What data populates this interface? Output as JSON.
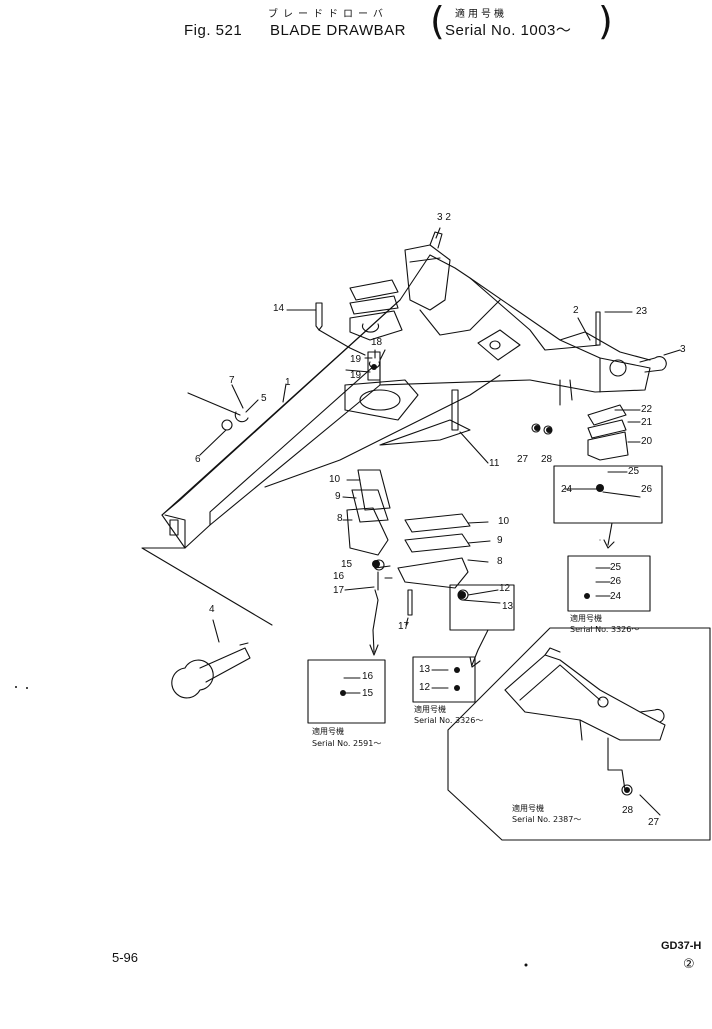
{
  "header": {
    "kana_title": "ブレードドローバ",
    "fig_label": "Fig. 521",
    "title": "BLADE DRAWBAR",
    "applicable_jp": "適用号機",
    "serial": "Serial No. 1003～"
  },
  "callouts": {
    "c1": "1",
    "c2": "2",
    "c3": "3",
    "c4": "4",
    "c5": "5",
    "c6": "6",
    "c7": "7",
    "c8a": "8",
    "c8b": "8",
    "c9a": "9",
    "c9b": "9",
    "c10a": "10",
    "c10b": "10",
    "c11": "11",
    "c12": "12",
    "c13": "13",
    "c14": "14",
    "c15": "15",
    "c16": "16",
    "c17a": "17",
    "c17b": "17",
    "c18": "18",
    "c19a": "19",
    "c19b": "19",
    "c20": "20",
    "c21": "21",
    "c22": "22",
    "c23": "23",
    "c24": "24",
    "c25": "25",
    "c26": "26",
    "c27": "27",
    "c28": "28",
    "c32": "3 2"
  },
  "insets": {
    "inset_24_26": {
      "c25": "25",
      "c26": "26",
      "c24": "24",
      "jp": "適用号機",
      "serial": "Serial No. 3326～"
    },
    "inset_15_16": {
      "c16": "16",
      "c15": "15",
      "jp": "適用号機",
      "serial": "Serial No. 2591～"
    },
    "inset_12_13": {
      "c13": "13",
      "c12": "12",
      "jp": "適用号機",
      "serial": "Serial No. 3326～"
    },
    "inset_27_28": {
      "c28": "28",
      "c27": "27",
      "jp": "適用号機",
      "serial": "Serial No. 2387～"
    }
  },
  "footer": {
    "page": "5-96",
    "model": "GD37-H",
    "revision": "②"
  }
}
